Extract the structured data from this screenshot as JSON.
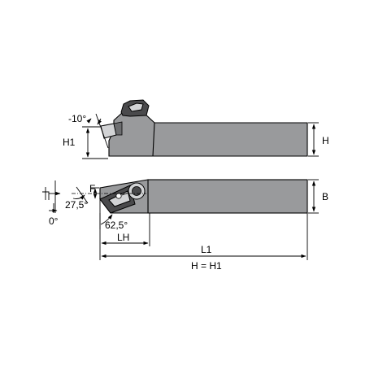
{
  "labels": {
    "angle_top": "-10°",
    "h1_side": "H1",
    "h": "H",
    "b": "B",
    "f": "F",
    "angle_27": "27,5°",
    "angle_0": "0°",
    "angle_62": "62,5°",
    "lh": "LH",
    "l1": "L1",
    "h_eq_h1": "H = H1"
  }
}
